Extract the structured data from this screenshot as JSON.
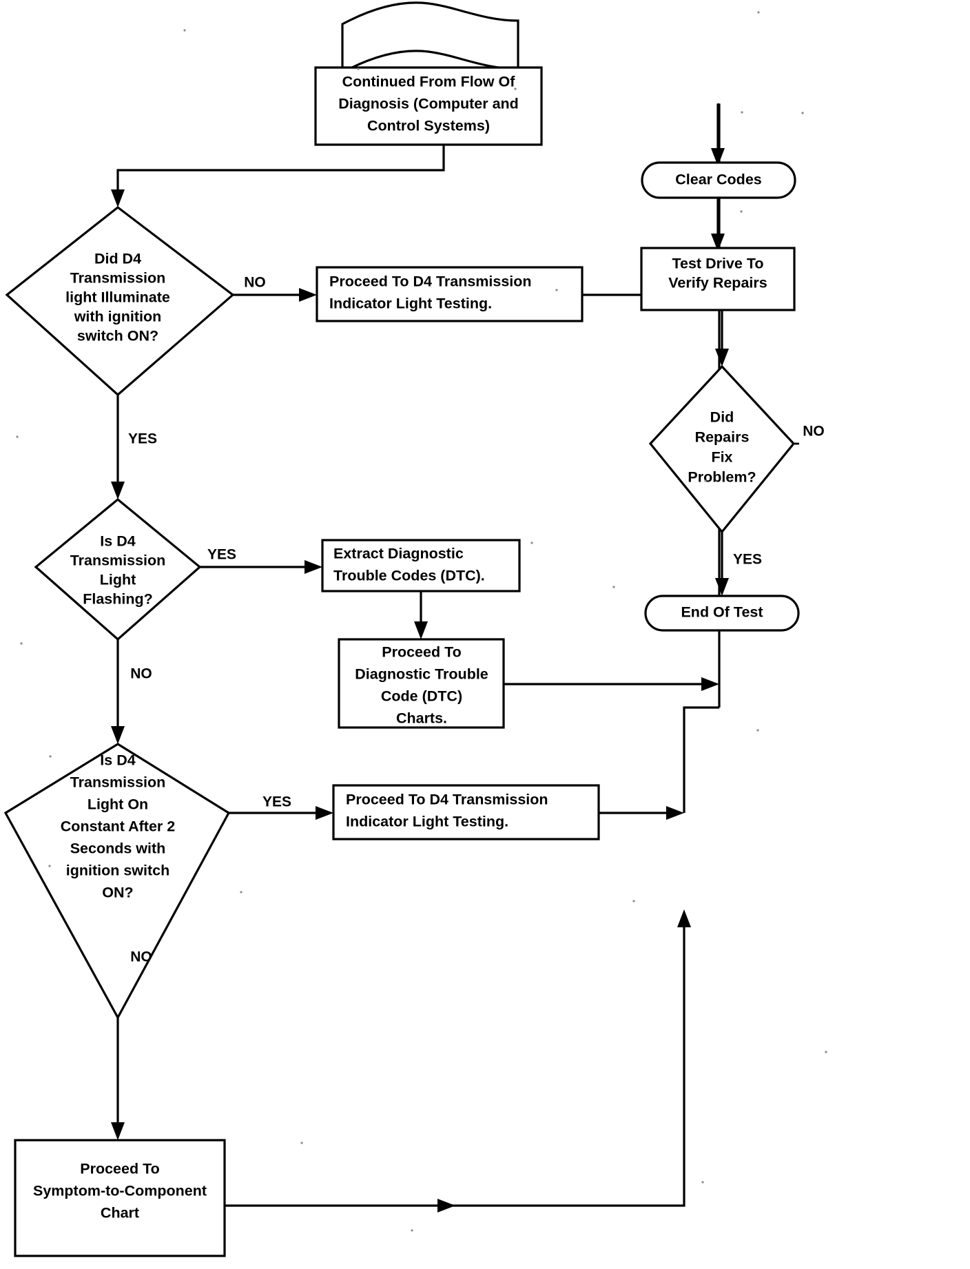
{
  "diagram": {
    "title": "D4 Transmission Indicator Light Diagnostic Flowchart",
    "line_color": "#000000",
    "fill_color": "#ffffff",
    "text_color": "#000000"
  },
  "nodes": {
    "continued": {
      "shape": "document-connector",
      "lines": [
        "Continued From Flow Of",
        "Diagnosis (Computer and",
        "Control Systems)"
      ]
    },
    "q_illuminate": {
      "shape": "decision",
      "lines": [
        "Did D4",
        "Transmission",
        "light Illuminate",
        "with ignition",
        "switch ON?"
      ]
    },
    "proceed_light_testing_top": {
      "shape": "process",
      "lines": [
        "Proceed To D4 Transmission",
        "Indicator Light Testing."
      ]
    },
    "q_flashing": {
      "shape": "decision",
      "lines": [
        "Is D4",
        "Transmission",
        "Light",
        "Flashing?"
      ]
    },
    "extract_dtc": {
      "shape": "process",
      "lines": [
        "Extract Diagnostic",
        "Trouble Codes (DTC)."
      ]
    },
    "dtc_charts": {
      "shape": "process",
      "lines": [
        "Proceed To",
        "Diagnostic Trouble",
        "Code (DTC)",
        "Charts."
      ]
    },
    "q_constant": {
      "shape": "decision",
      "lines": [
        "Is D4",
        "Transmission",
        "Light On",
        "Constant After 2",
        "Seconds with",
        "ignition switch",
        "ON?"
      ]
    },
    "proceed_light_testing_bottom": {
      "shape": "process",
      "lines": [
        "Proceed To D4 Transmission",
        "Indicator Light Testing."
      ]
    },
    "symptom_chart": {
      "shape": "process",
      "lines": [
        "Proceed To",
        "Symptom-to-Component",
        "Chart"
      ]
    },
    "clear_codes": {
      "shape": "terminator",
      "lines": [
        "Clear Codes"
      ]
    },
    "test_drive": {
      "shape": "process",
      "lines": [
        "Test Drive To",
        "Verify Repairs"
      ]
    },
    "q_repairs": {
      "shape": "decision",
      "lines": [
        "Did",
        "Repairs",
        "Fix",
        "Problem?"
      ]
    },
    "end_of_test": {
      "shape": "terminator",
      "lines": [
        "End Of Test"
      ]
    }
  },
  "edge_labels": {
    "illuminate_no": "NO",
    "illuminate_yes": "YES",
    "flashing_yes": "YES",
    "flashing_no": "NO",
    "constant_yes": "YES",
    "constant_no": "NO",
    "repairs_no": "NO",
    "repairs_yes": "YES"
  }
}
